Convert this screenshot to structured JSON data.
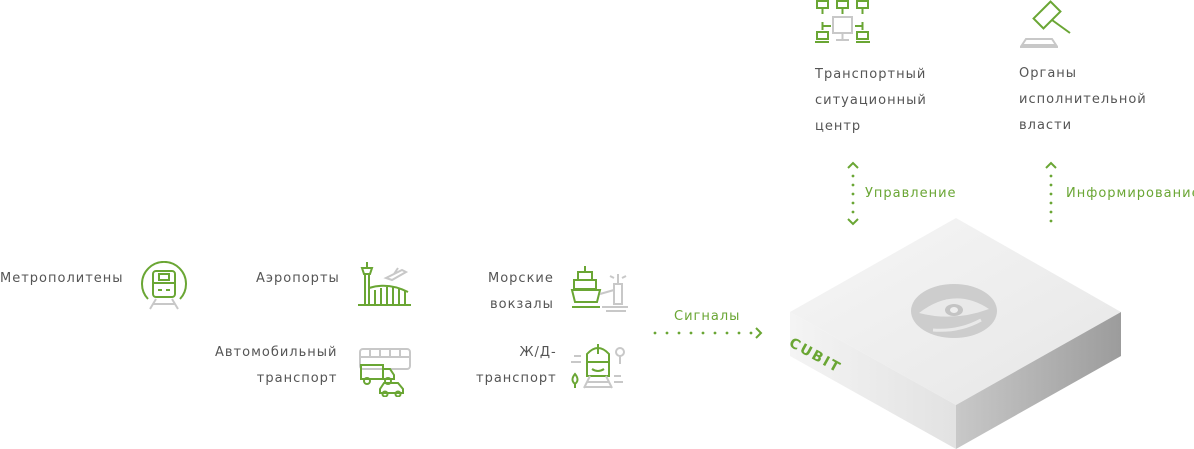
{
  "colors": {
    "accent": "#6aa634",
    "icon_gray": "#c8c8c8",
    "text": "#555555"
  },
  "top_nodes": {
    "tsc": {
      "line1": "Транспортный",
      "line2": "ситуационный",
      "line3": "центр",
      "icon": "network-icon"
    },
    "gov": {
      "line1": "Органы",
      "line2": "исполнительной",
      "line3": "власти",
      "icon": "gavel-icon"
    }
  },
  "flows": {
    "control": "Управление",
    "inform": "Информирование",
    "signals": "Сигналы"
  },
  "sources": {
    "metro": {
      "label": "Метрополитены",
      "icon": "metro-train-icon"
    },
    "airports": {
      "label": "Аэропорты",
      "icon": "airport-icon"
    },
    "sea": {
      "line1": "Морские",
      "line2": "вокзалы",
      "icon": "ship-icon"
    },
    "auto": {
      "line1": "Автомобильный",
      "line2": "транспорт",
      "icon": "bus-truck-car-icon"
    },
    "rail": {
      "line1": "Ж/Д-",
      "line2": "транспорт",
      "icon": "locomotive-icon"
    }
  },
  "platform": {
    "brand": "CUBIT",
    "icon": "eye-logo-icon"
  }
}
